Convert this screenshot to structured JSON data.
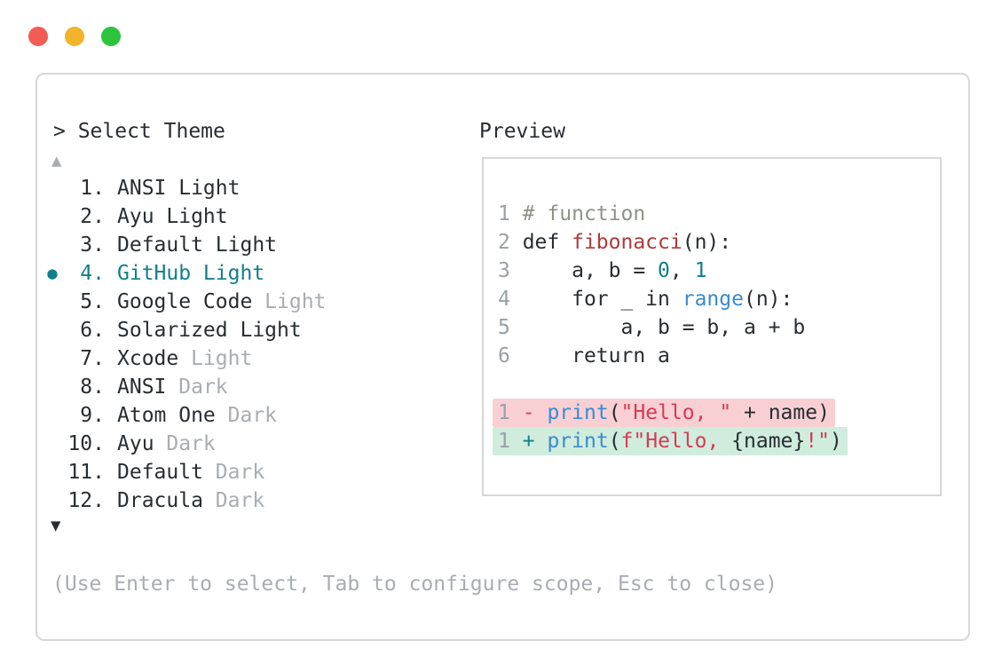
{
  "palette": {
    "dark": "#282d31",
    "gray": "#a9adb1",
    "linenum": "#9aa0a4",
    "teal": "#117e89",
    "blue": "#3b8bd0",
    "brick": "#af3a3a",
    "crimson": "#d73a56",
    "comment": "#8d9389",
    "removed_bg": "#f8d0d4",
    "added_bg": "#cfecdd",
    "border": "#d7d7d7",
    "tl_red": "#f25c54",
    "tl_yellow": "#f2b32d",
    "tl_green": "#2cc43d"
  },
  "window_controls": {
    "close": "close",
    "minimize": "minimize",
    "zoom": "zoom"
  },
  "theme_picker": {
    "title": "> Select Theme",
    "scroll_up_icon": "▲",
    "scroll_down_icon": "▼",
    "bullet_icon": "●",
    "hint": "(Use Enter to select, Tab to configure scope, Esc to close)",
    "items": [
      {
        "num": "1.",
        "selected": false,
        "segments": [
          {
            "t": "ANSI Light",
            "c": "dark"
          }
        ]
      },
      {
        "num": "2.",
        "selected": false,
        "segments": [
          {
            "t": "Ayu Light",
            "c": "dark"
          }
        ]
      },
      {
        "num": "3.",
        "selected": false,
        "segments": [
          {
            "t": "Default Light",
            "c": "dark"
          }
        ]
      },
      {
        "num": "4.",
        "selected": true,
        "segments": [
          {
            "t": "GitHub Light",
            "c": "teal"
          }
        ]
      },
      {
        "num": "5.",
        "selected": false,
        "segments": [
          {
            "t": "Google Code ",
            "c": "dark"
          },
          {
            "t": "Light",
            "c": "gray"
          }
        ]
      },
      {
        "num": "6.",
        "selected": false,
        "segments": [
          {
            "t": "Solarized Light",
            "c": "dark"
          }
        ]
      },
      {
        "num": "7.",
        "selected": false,
        "segments": [
          {
            "t": "Xcode ",
            "c": "dark"
          },
          {
            "t": "Light",
            "c": "gray"
          }
        ]
      },
      {
        "num": "8.",
        "selected": false,
        "segments": [
          {
            "t": "ANSI ",
            "c": "dark"
          },
          {
            "t": "Dark",
            "c": "gray"
          }
        ]
      },
      {
        "num": "9.",
        "selected": false,
        "segments": [
          {
            "t": "Atom One ",
            "c": "dark"
          },
          {
            "t": "Dark",
            "c": "gray"
          }
        ]
      },
      {
        "num": "10.",
        "selected": false,
        "segments": [
          {
            "t": "Ayu ",
            "c": "dark"
          },
          {
            "t": "Dark",
            "c": "gray"
          }
        ]
      },
      {
        "num": "11.",
        "selected": false,
        "segments": [
          {
            "t": "Default ",
            "c": "dark"
          },
          {
            "t": "Dark",
            "c": "gray"
          }
        ]
      },
      {
        "num": "12.",
        "selected": false,
        "segments": [
          {
            "t": "Dracula ",
            "c": "dark"
          },
          {
            "t": "Dark",
            "c": "gray"
          }
        ]
      }
    ]
  },
  "preview": {
    "label": "Preview",
    "lines": [
      {
        "segments": [
          {
            "t": "1 ",
            "c": "linenum"
          },
          {
            "t": "# function",
            "c": "comment"
          }
        ]
      },
      {
        "segments": [
          {
            "t": "2 ",
            "c": "linenum"
          },
          {
            "t": "def ",
            "c": "dark"
          },
          {
            "t": "fibonacci",
            "c": "brick"
          },
          {
            "t": "(n):",
            "c": "dark"
          }
        ]
      },
      {
        "segments": [
          {
            "t": "3 ",
            "c": "linenum"
          },
          {
            "t": "    a, b = ",
            "c": "dark"
          },
          {
            "t": "0",
            "c": "teal"
          },
          {
            "t": ", ",
            "c": "dark"
          },
          {
            "t": "1",
            "c": "teal"
          }
        ]
      },
      {
        "segments": [
          {
            "t": "4 ",
            "c": "linenum"
          },
          {
            "t": "    for _ in ",
            "c": "dark"
          },
          {
            "t": "range",
            "c": "blue"
          },
          {
            "t": "(n):",
            "c": "dark"
          }
        ]
      },
      {
        "segments": [
          {
            "t": "5 ",
            "c": "linenum"
          },
          {
            "t": "        a, b = b, a + b",
            "c": "dark"
          }
        ]
      },
      {
        "segments": [
          {
            "t": "6 ",
            "c": "linenum"
          },
          {
            "t": "    return a",
            "c": "dark"
          }
        ]
      },
      {
        "blank": true
      },
      {
        "diff": "removed",
        "segments": [
          {
            "t": "1",
            "c": "linenum"
          },
          {
            "t": " ",
            "c": "dark"
          },
          {
            "t": "-",
            "c": "crimson"
          },
          {
            "t": " ",
            "c": "dark"
          },
          {
            "t": "print",
            "c": "blue"
          },
          {
            "t": "(",
            "c": "dark"
          },
          {
            "t": "\"Hello, \"",
            "c": "crimson"
          },
          {
            "t": " + name)",
            "c": "dark"
          }
        ]
      },
      {
        "diff": "added",
        "segments": [
          {
            "t": "1",
            "c": "linenum"
          },
          {
            "t": " ",
            "c": "dark"
          },
          {
            "t": "+",
            "c": "teal"
          },
          {
            "t": " ",
            "c": "dark"
          },
          {
            "t": "print",
            "c": "blue"
          },
          {
            "t": "(",
            "c": "dark"
          },
          {
            "t": "f\"Hello, ",
            "c": "crimson"
          },
          {
            "t": "{name}",
            "c": "dark"
          },
          {
            "t": "!\"",
            "c": "crimson"
          },
          {
            "t": ")",
            "c": "dark"
          }
        ]
      }
    ]
  }
}
